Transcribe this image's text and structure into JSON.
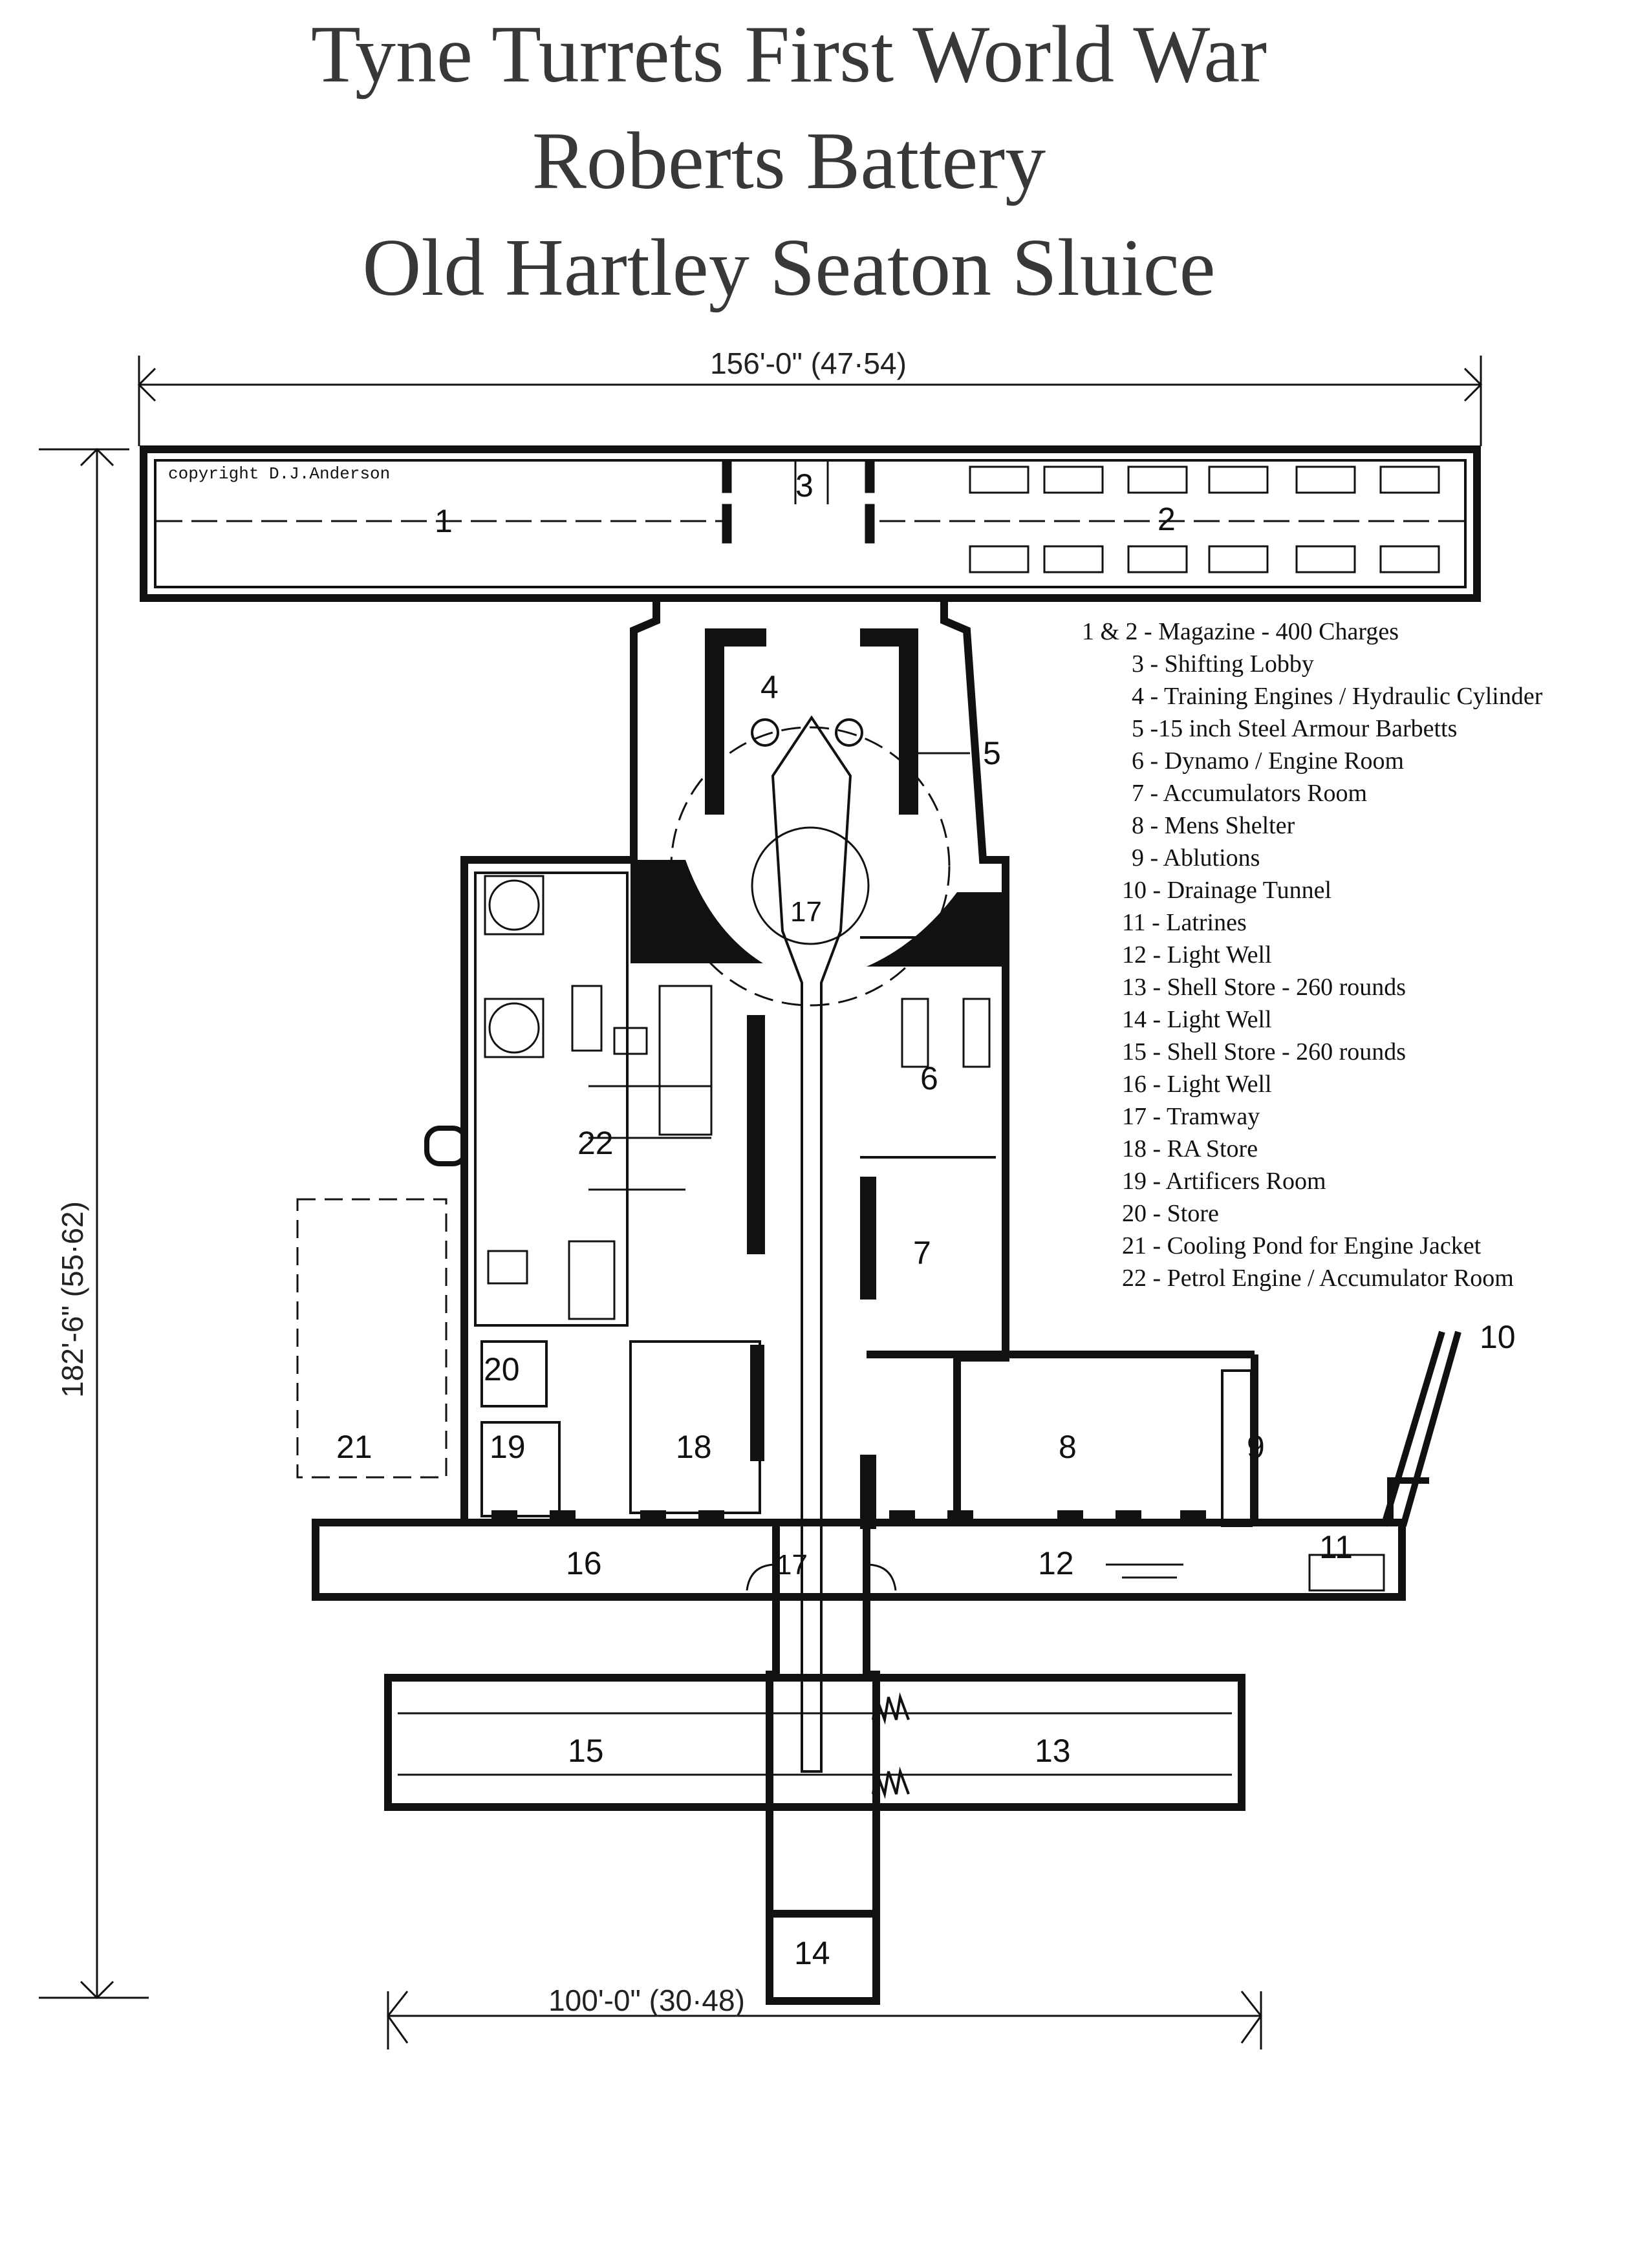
{
  "title": {
    "line1": "Tyne Turrets First World War",
    "line2": "Roberts Battery",
    "line3": "Old Hartley Seaton Sluice"
  },
  "copyright": "copyright D.J.Anderson",
  "dimensions": {
    "top_width": "156'-0\" (47·54)",
    "height": "182'-6\" (55·62)",
    "bottom_width": "100'-0\" (30·48)"
  },
  "rooms": {
    "r1": "1",
    "r2": "2",
    "r3": "3",
    "r4": "4",
    "r5": "5",
    "r6": "6",
    "r7": "7",
    "r8": "8",
    "r9": "9",
    "r10": "10",
    "r11": "11",
    "r12": "12",
    "r13": "13",
    "r14": "14",
    "r15": "15",
    "r16": "16",
    "r17a": "17",
    "r17b": "17",
    "r18": "18",
    "r19": "19",
    "r20": "20",
    "r21": "21",
    "r22": "22"
  },
  "legend": [
    "1 & 2 - Magazine - 400 Charges",
    "3 - Shifting Lobby",
    "4 - Training Engines / Hydraulic Cylinder",
    "5 -15 inch Steel Armour Barbetts",
    "6 - Dynamo / Engine Room",
    "7 - Accumulators Room",
    "8 - Mens Shelter",
    "9 - Ablutions",
    "10 - Drainage Tunnel",
    "11 - Latrines",
    "12 - Light Well",
    "13 - Shell Store - 260 rounds",
    "14 - Light Well",
    "15 - Shell Store - 260 rounds",
    "16 - Light Well",
    "17 - Tramway",
    "18 - RA Store",
    "19 - Artificers Room",
    "20 - Store",
    "21 - Cooling Pond for Engine Jacket",
    "22 - Petrol Engine / Accumulator Room"
  ]
}
